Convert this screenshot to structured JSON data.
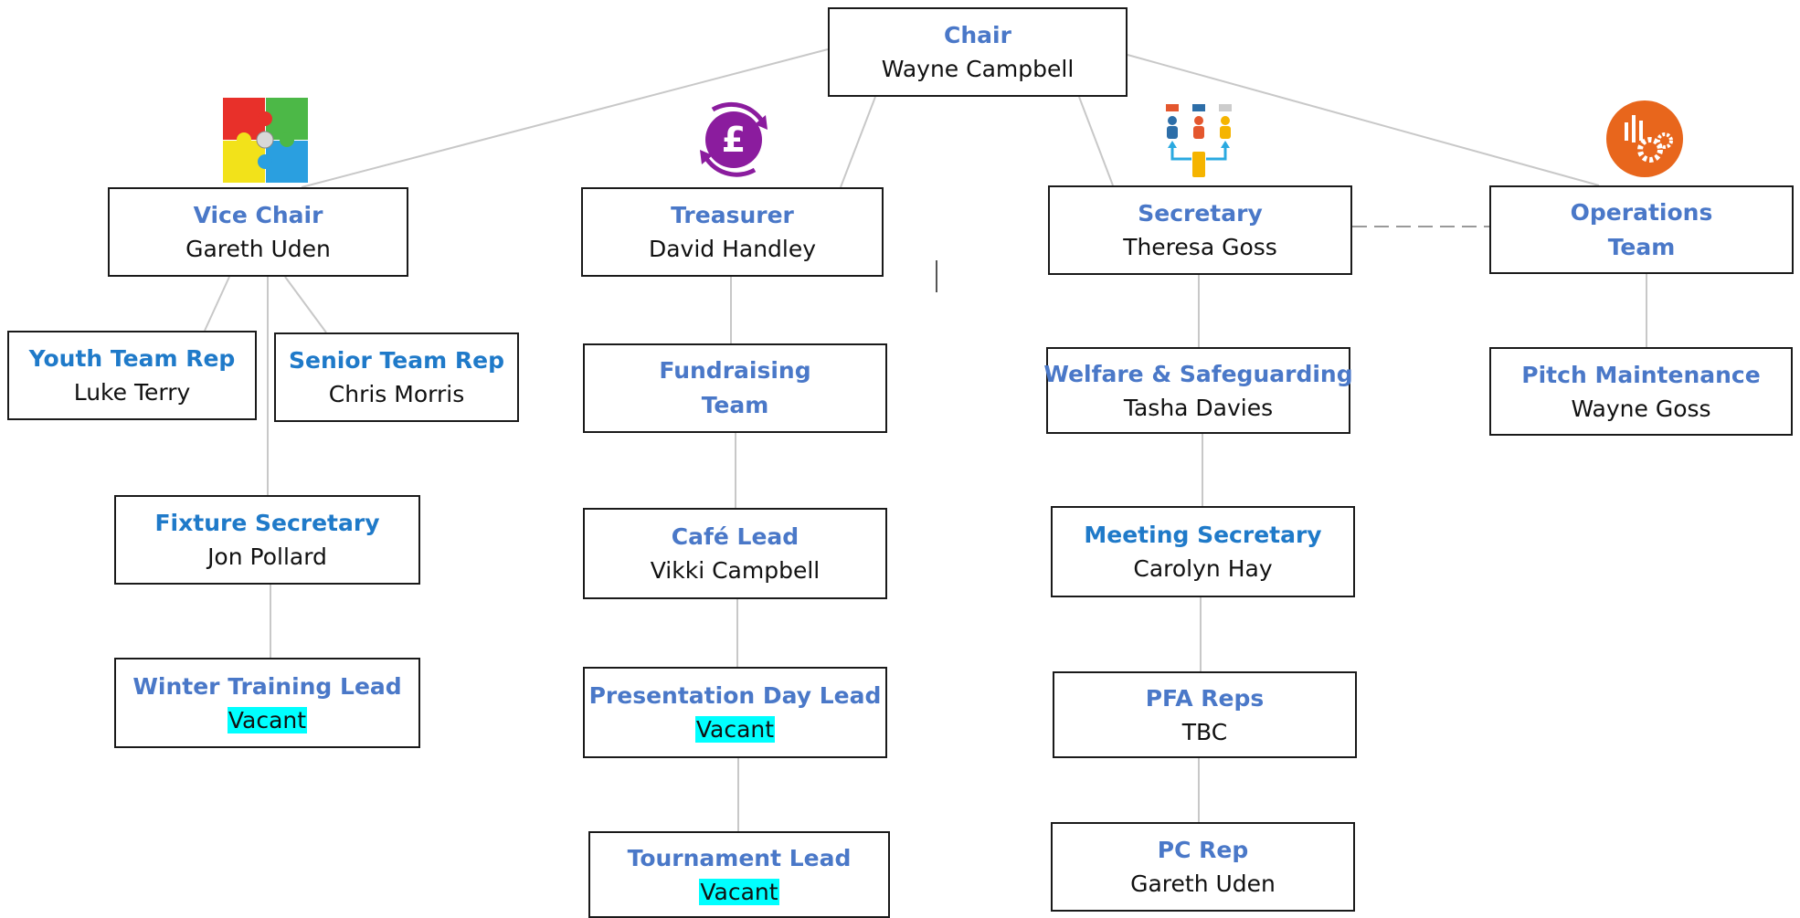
{
  "colors": {
    "role_text": "#4a78c8",
    "role_text_deep": "#1f7ac9",
    "name_text": "#111111",
    "box_border": "#1a1a1a",
    "connector": "#c8c8c8",
    "vacant_highlight": "#00ffff",
    "pound_icon": "#8b1c9e",
    "ops_icon": "#e8661c"
  },
  "icons": {
    "vice_chair": "puzzle-icon",
    "treasurer": "pound-icon",
    "secretary": "people-hierarchy-icon",
    "operations": "gears-icon"
  },
  "roles": {
    "chair": {
      "title": "Chair",
      "name": "Wayne Campbell"
    },
    "vice_chair": {
      "title": "Vice Chair",
      "name": "Gareth Uden"
    },
    "treasurer": {
      "title": "Treasurer",
      "name": "David Handley"
    },
    "secretary": {
      "title": "Secretary",
      "name": "Theresa Goss"
    },
    "operations": {
      "title_line1": "Operations",
      "title_line2": "Team"
    },
    "youth_rep": {
      "title": "Youth Team Rep",
      "name": "Luke Terry"
    },
    "senior_rep": {
      "title": "Senior Team Rep",
      "name": "Chris Morris"
    },
    "fixture_sec": {
      "title": "Fixture Secretary",
      "name": "Jon Pollard"
    },
    "winter_lead": {
      "title": "Winter Training Lead",
      "name": "Vacant"
    },
    "fundraising": {
      "title_line1": "Fundraising",
      "title_line2": "Team"
    },
    "cafe_lead": {
      "title": "Café Lead",
      "name": "Vikki Campbell"
    },
    "presentation_lead": {
      "title": "Presentation Day Lead",
      "name": "Vacant"
    },
    "tournament_lead": {
      "title": "Tournament Lead",
      "name": "Vacant"
    },
    "welfare": {
      "title": "Welfare & Safeguarding",
      "name": "Tasha Davies"
    },
    "meeting_sec": {
      "title": "Meeting Secretary",
      "name": "Carolyn Hay"
    },
    "pfa_reps": {
      "title": "PFA Reps",
      "name": "TBC"
    },
    "pc_rep": {
      "title": "PC Rep",
      "name": "Gareth Uden"
    },
    "pitch": {
      "title": "Pitch Maintenance",
      "name": "Wayne Goss"
    }
  }
}
